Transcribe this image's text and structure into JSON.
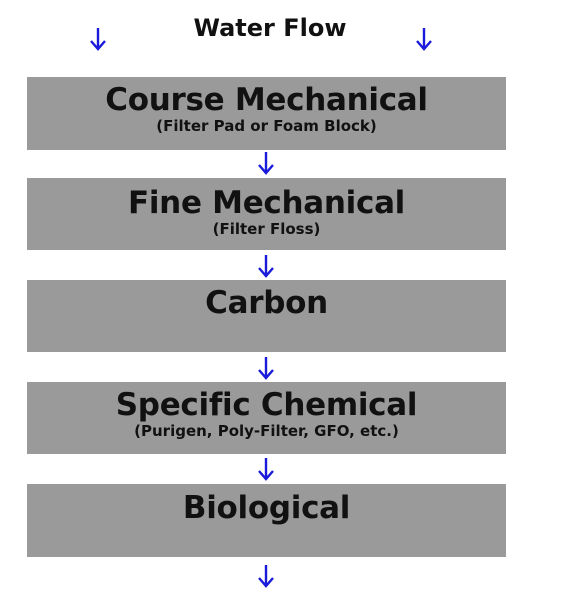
{
  "title": "Water Flow",
  "arrow_glyph": "arrow-down-icon",
  "arrow_color": "#1a1adb",
  "box_color": "#9a9a9a",
  "stages": [
    {
      "name": "Course Mechanical",
      "sub": "(Filter Pad or Foam Block)"
    },
    {
      "name": "Fine Mechanical",
      "sub": "(Filter Floss)"
    },
    {
      "name": "Carbon",
      "sub": ""
    },
    {
      "name": "Specific Chemical",
      "sub": "(Purigen, Poly-Filter, GFO, etc.)"
    },
    {
      "name": "Biological",
      "sub": ""
    }
  ]
}
